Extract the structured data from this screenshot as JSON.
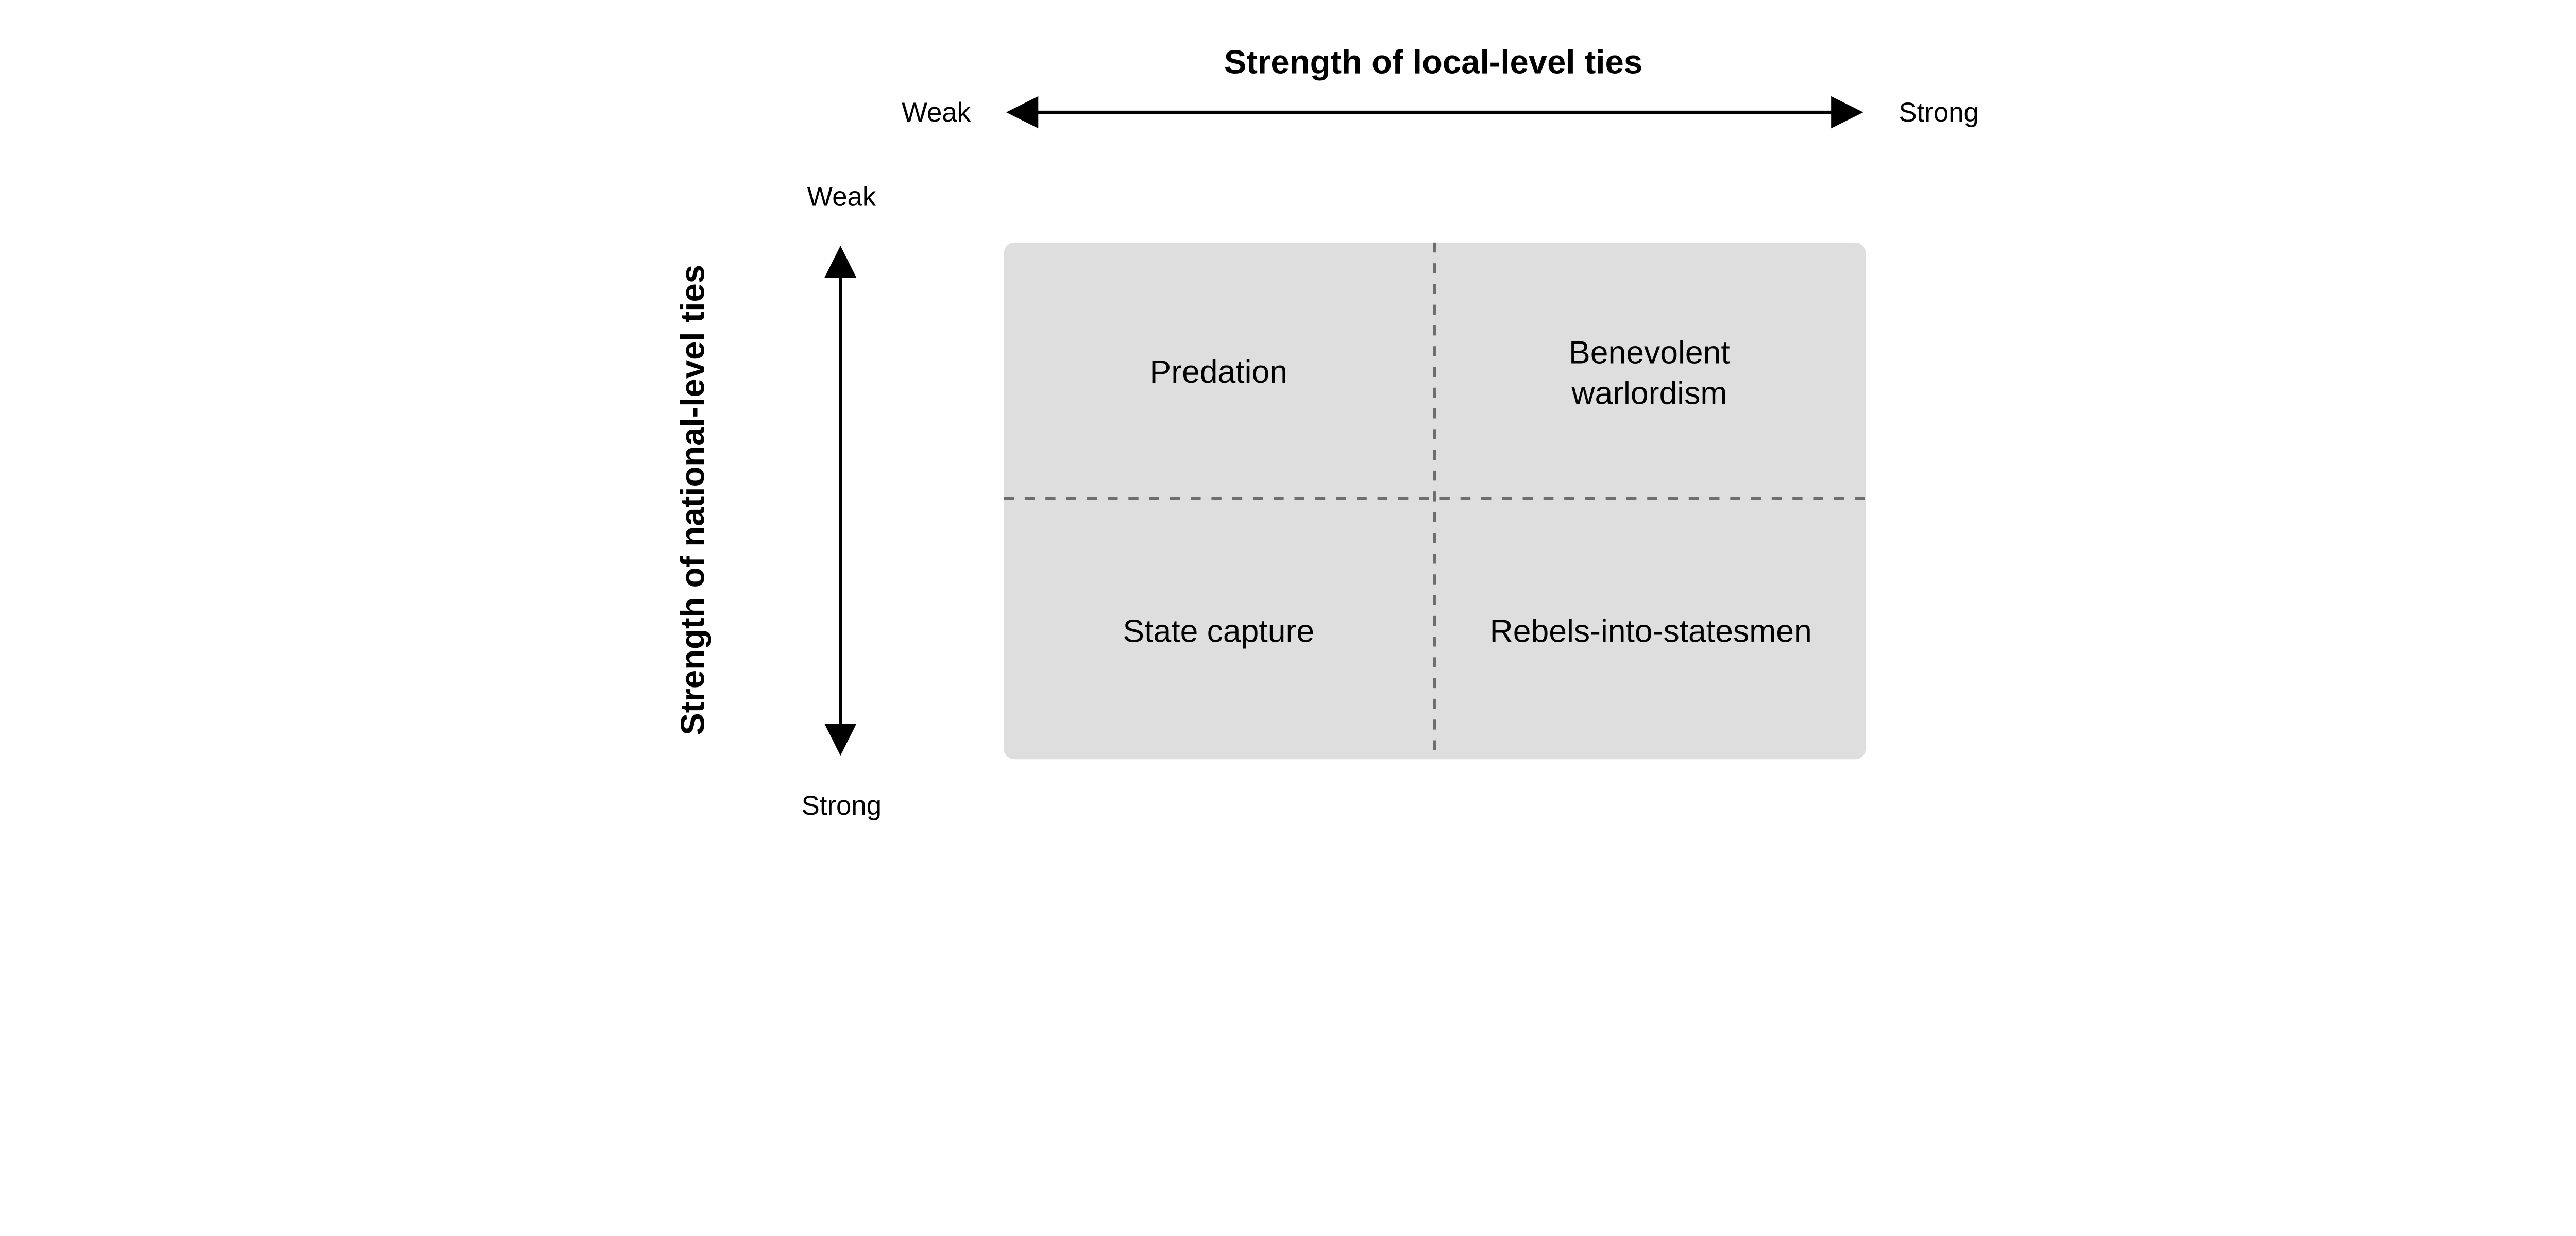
{
  "horizontal_axis": {
    "title": "Strength of local-level ties",
    "low_label": "Weak",
    "high_label": "Strong"
  },
  "vertical_axis": {
    "title": "Strength of national-level ties",
    "low_label": "Weak",
    "high_label": "Strong"
  },
  "quadrants": {
    "top_left": {
      "line1": "Predation"
    },
    "top_right": {
      "line1": "Benevolent",
      "line2": "warlordism"
    },
    "bottom_left": {
      "line1": "State capture"
    },
    "bottom_right": {
      "line1": "Rebels-into-statesmen"
    }
  },
  "colors": {
    "grid_fill": "#dedede",
    "divider": "#6e6e6e",
    "arrow": "#000000"
  }
}
